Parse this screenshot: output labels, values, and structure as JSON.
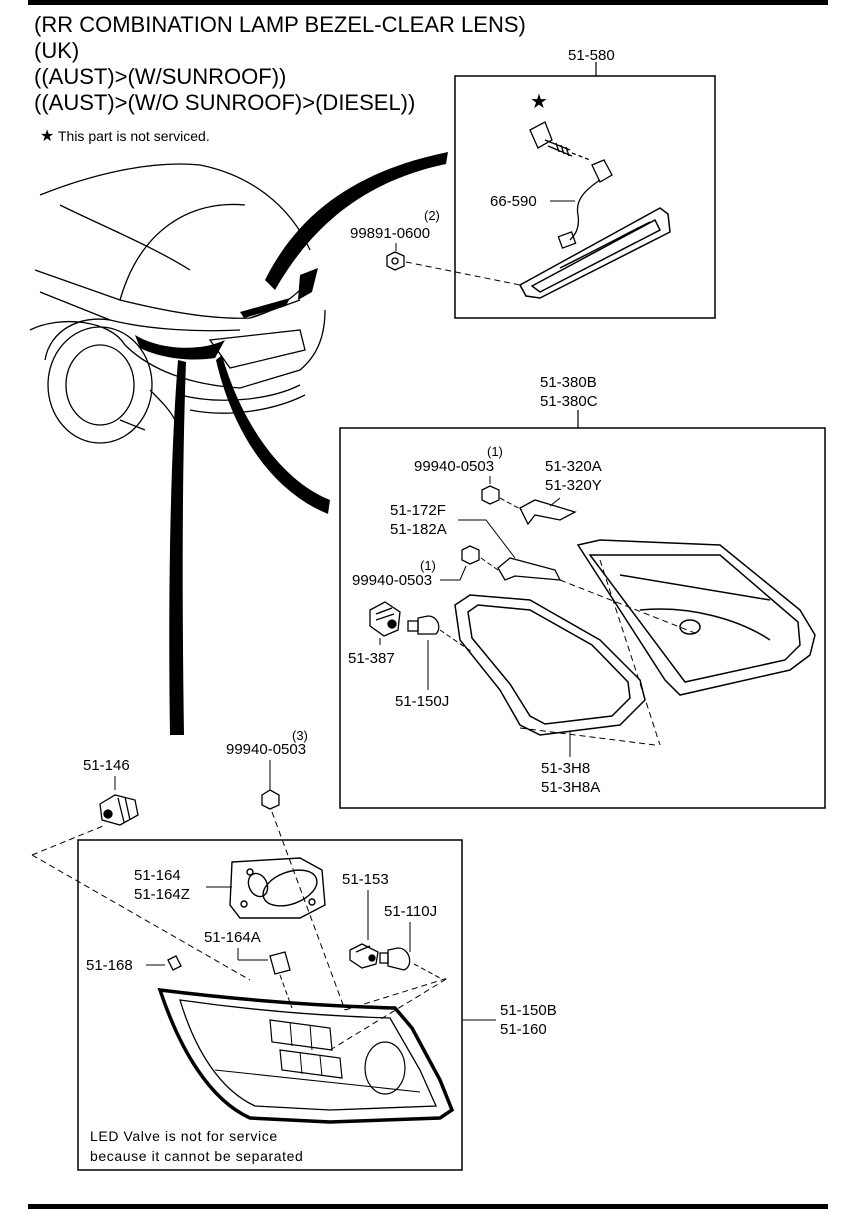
{
  "title": {
    "lines": [
      "(RR COMBINATION LAMP BEZEL-CLEAR LENS)",
      "(UK)",
      "((AUST)>(W/SUNROOF))",
      "((AUST)>(W/O SUNROOF)>(DIESEL))"
    ]
  },
  "note": {
    "star": "★",
    "text": "This part is not serviced."
  },
  "parts": {
    "p51_580": "51-580",
    "star_mark": "★",
    "p66_590": "66-590",
    "qty_2": "(2)",
    "p99891_0600": "99891-0600",
    "p51_380B": "51-380B",
    "p51_380C": "51-380C",
    "qty_1a": "(1)",
    "p99940_0503a": "99940-0503",
    "p51_320A": "51-320A",
    "p51_320Y": "51-320Y",
    "p51_172F": "51-172F",
    "p51_182A": "51-182A",
    "qty_1b": "(1)",
    "p99940_0503b": "99940-0503",
    "p51_387": "51-387",
    "p51_150J": "51-150J",
    "p51_3H8": "51-3H8",
    "p51_3H8A": "51-3H8A",
    "qty_3": "(3)",
    "p99940_0503c": "99940-0503",
    "p51_146": "51-146",
    "p51_164": "51-164",
    "p51_164Z": "51-164Z",
    "p51_153": "51-153",
    "p51_110J": "51-110J",
    "p51_164A": "51-164A",
    "p51_168": "51-168",
    "p51_150B": "51-150B",
    "p51_160": "51-160"
  },
  "led_note": {
    "line1": "LED Valve is not for service",
    "line2": "because it cannot be separated"
  }
}
